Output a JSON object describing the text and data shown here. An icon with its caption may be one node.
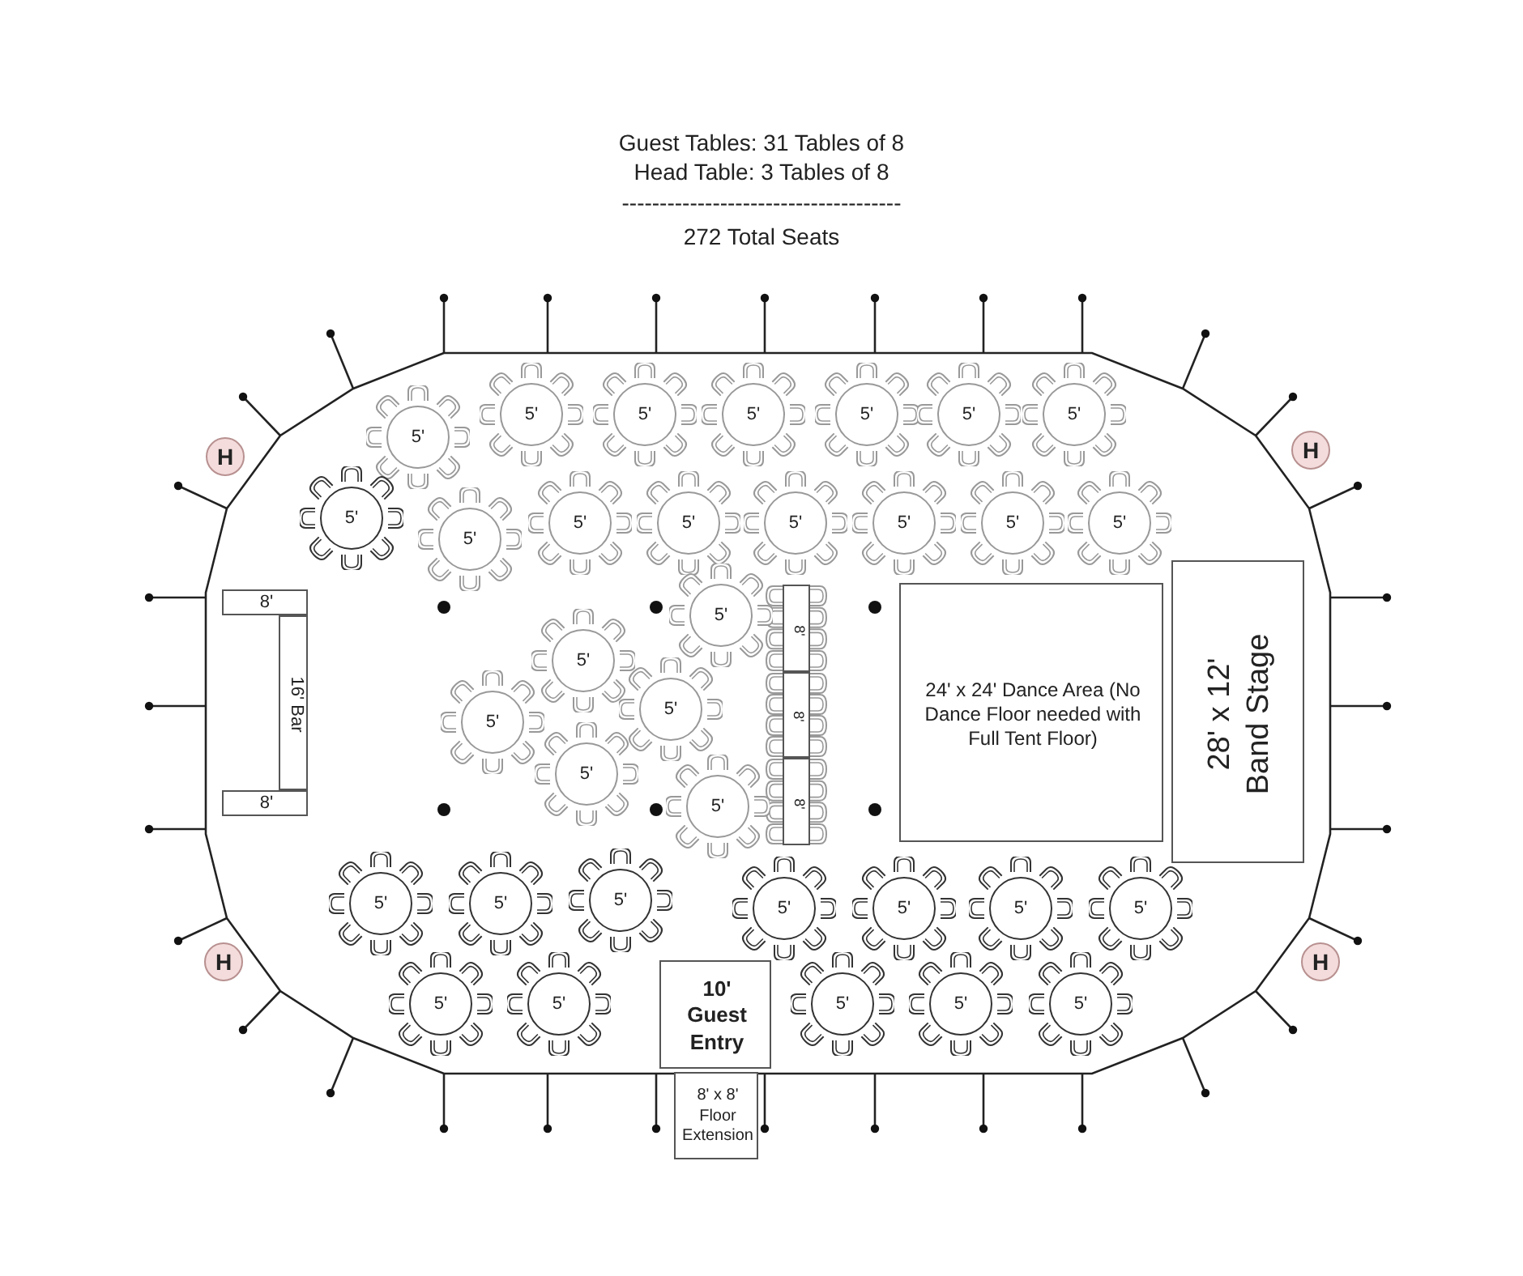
{
  "diagram": {
    "nodes": [
      {
        "text": [
          "H"
        ]
      },
      {
        "text": [
          "H"
        ]
      },
      {
        "text": [
          "5'"
        ]
      },
      {
        "text": [
          "5'"
        ]
      },
      {
        "text": [
          "5'"
        ]
      },
      {
        "text": [
          "5'"
        ]
      },
      {
        "text": [
          "5'"
        ]
      },
      {
        "text": [
          "5'"
        ]
      },
      {
        "text": [
          "5'"
        ]
      },
      {
        "text": [
          "5'"
        ]
      },
      {
        "text": [
          "5'"
        ]
      },
      {
        "text": [
          "5'"
        ]
      },
      {
        "text": [
          "5'"
        ]
      },
      {
        "text": [
          "5'"
        ]
      },
      {
        "text": [
          "5'"
        ]
      },
      {
        "text": [
          "5'"
        ]
      },
      {
        "text": [
          "5'"
        ]
      },
      {
        "text": [
          "8'"
        ]
      },
      {
        "text": [
          "16' Bar"
        ]
      },
      {
        "text": [
          "8'"
        ]
      },
      {
        "text": [
          "5'"
        ]
      },
      {
        "text": [
          "8'"
        ]
      },
      {
        "text": [
          "8'"
        ]
      },
      {
        "text": [
          "8'"
        ]
      },
      {
        "text": [
          "5'"
        ]
      },
      {
        "text": [
          "24' x 24' Dance Area (No Dance Floor needed with Full Tent Floor)"
        ]
      },
      {
        "text": [
          "28' x 12'",
          "Band Stage"
        ]
      },
      {
        "text": [
          "5'"
        ]
      },
      {
        "text": [
          "5'"
        ]
      },
      {
        "text": [
          "5'"
        ]
      },
      {
        "text": [
          "5'"
        ]
      },
      {
        "text": [
          "5'"
        ]
      },
      {
        "text": [
          "5'"
        ]
      },
      {
        "text": [
          "5'"
        ]
      },
      {
        "text": [
          "5'"
        ]
      },
      {
        "text": [
          "5'"
        ]
      },
      {
        "text": [
          "5'"
        ]
      },
      {
        "text": [
          "5'"
        ]
      },
      {
        "text": [
          "H"
        ]
      },
      {
        "text": [
          "H"
        ]
      },
      {
        "text": [
          "5'"
        ]
      },
      {
        "text": [
          "5'"
        ]
      },
      {
        "text": [
          "10' Guest Entry"
        ]
      },
      {
        "text": [
          "5'"
        ]
      },
      {
        "text": [
          "5'"
        ]
      },
      {
        "text": [
          "5'"
        ]
      },
      {
        "text": [
          "8' x 8' Floor Extension"
        ]
      }
    ],
    "labels": [
      "Guest Tables: 31 Tables of 8",
      "Head Table: 3 Tables of 8",
      "-------------------------------------",
      "272 Total Seats"
    ]
  }
}
